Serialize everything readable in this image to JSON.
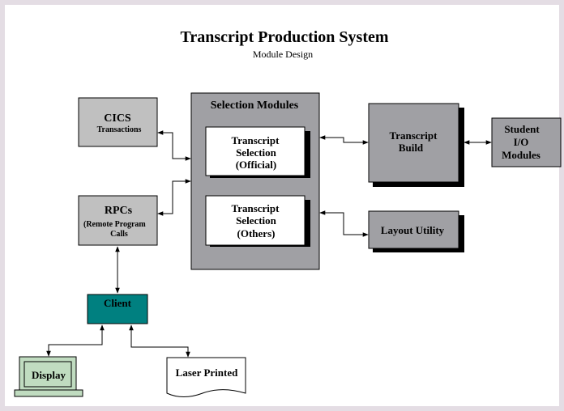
{
  "title": "Transcript Production System",
  "subtitle": "Module Design",
  "colors": {
    "border": "#e4dde4",
    "background": "#ffffff",
    "box_fill": "#c0c0c0",
    "selection_fill": "#a0a0a4",
    "box_dark": "#a0a0a4",
    "client_fill": "#008080",
    "display_fill": "#c0dcc0"
  },
  "nodes": {
    "cics": {
      "title": "CICS",
      "sub": "Transactions"
    },
    "rpcs": {
      "title": "RPCs",
      "sub1": "(Remote Program",
      "sub2": "Calls"
    },
    "selection": {
      "title": "Selection Modules"
    },
    "official": {
      "line1": "Transcript",
      "line2": "Selection",
      "line3": "(Official)"
    },
    "others": {
      "line1": "Transcript",
      "line2": "Selection",
      "line3": "(Others)"
    },
    "build": {
      "line1": "Transcript",
      "line2": "Build"
    },
    "layout": {
      "label": "Layout Utility"
    },
    "student": {
      "line1": "Student",
      "line2": "I/O",
      "line3": "Modules"
    },
    "client": {
      "label": "Client"
    },
    "display": {
      "label": "Display"
    },
    "laser": {
      "label": "Laser Printed"
    }
  }
}
